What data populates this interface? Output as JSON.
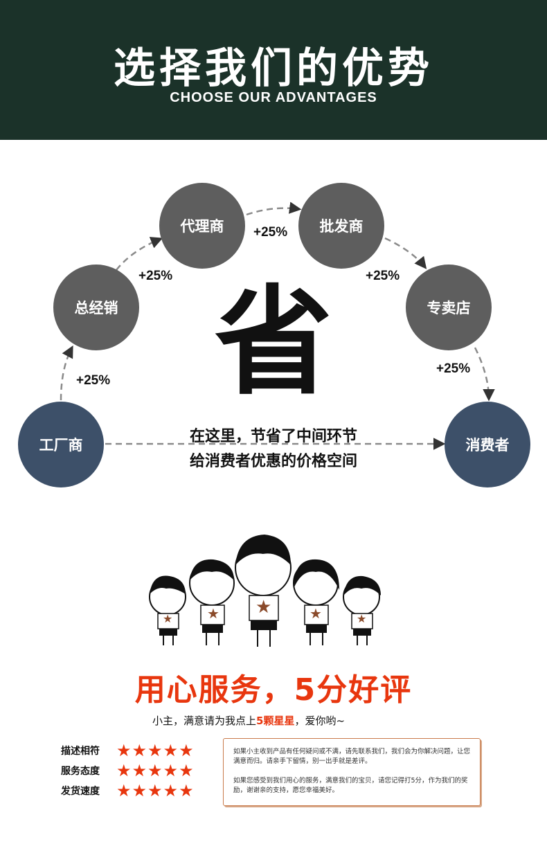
{
  "header": {
    "title": "选择我们的优势",
    "subtitle": "CHOOSE OUR ADVANTAGES"
  },
  "colors": {
    "header_bg": "#1b3229",
    "node_grey": "#5e5e5e",
    "node_blue": "#3d5069",
    "accent_red": "#e8360e"
  },
  "flow": {
    "nodes": {
      "factory": "工厂商",
      "distributor": "总经销",
      "agent": "代理商",
      "wholesaler": "批发商",
      "store": "专卖店",
      "consumer": "消费者"
    },
    "markups": [
      "+25%",
      "+25%",
      "+25%",
      "+25%",
      "+25%"
    ],
    "center_char": "省",
    "message_line1": "在这里，节省了中间环节",
    "message_line2": "给消费者优惠的价格空间"
  },
  "service": {
    "slogan": "用心服务，5分好评",
    "request_prefix": "小主，满意请为我点上",
    "request_highlight": "5颗星星",
    "request_suffix": "，爱你哟~",
    "ratings": [
      {
        "label": "描述相符",
        "stars": "★★★★★",
        "value": 5
      },
      {
        "label": "服务态度",
        "stars": "★★★★★",
        "value": 5
      },
      {
        "label": "发货速度",
        "stars": "★★★★★",
        "value": 5
      }
    ],
    "note_para1": "如果小主收到产品有任何疑问或不满，请先联系我们，我们会为你解决问题，让您满意而归。请亲手下留情，别一出手就是差评。",
    "note_para2": "如果您感受到我们用心的服务，满意我们的宝贝，请您记得打5分，作为我们的奖励，谢谢亲的支持，愿您幸福美好。"
  }
}
